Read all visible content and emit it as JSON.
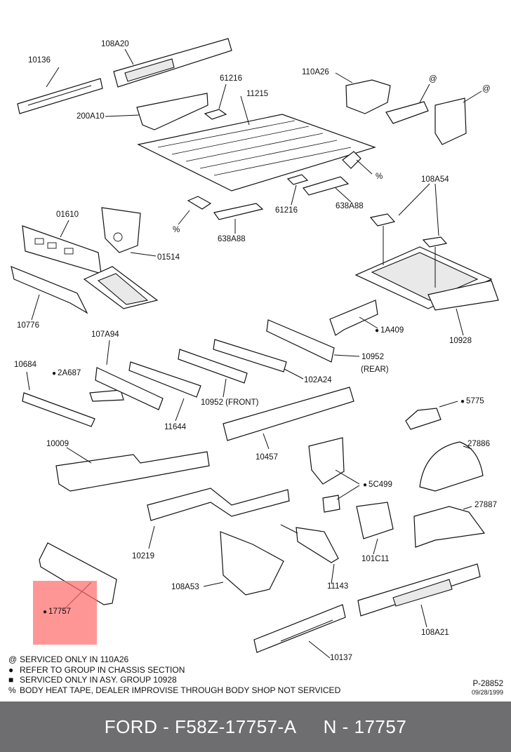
{
  "labels": {
    "p10136": "10136",
    "p108A20": "108A20",
    "p61216a": "61216",
    "p11215": "11215",
    "p110A26": "110A26",
    "p200A10": "200A10",
    "at1": "@",
    "at2": "@",
    "pct1": "%",
    "pct2": "%",
    "p108A54": "108A54",
    "p01610": "01610",
    "p01514": "01514",
    "p61216b": "61216",
    "p638A88a": "638A88",
    "p638A88b": "638A88",
    "p10776": "10776",
    "p10928": "10928",
    "p1A409": "1A409",
    "p107A94": "107A94",
    "p10684": "10684",
    "p2A687": "2A687",
    "p10952rear": "10952",
    "rear": "(REAR)",
    "p102A24": "102A24",
    "p10952front": "10952 (FRONT)",
    "p11644": "11644",
    "p5775": "5775",
    "p10009": "10009",
    "p10457": "10457",
    "p27886": "27886",
    "p5C499": "5C499",
    "p27887": "27887",
    "p10219": "10219",
    "p101C11": "101C11",
    "p108A53": "108A53",
    "p11143": "11143",
    "p17757": "17757",
    "p108A21": "108A21",
    "p10137": "10137"
  },
  "legend": [
    {
      "symbol": "@",
      "text": "SERVICED ONLY IN 110A26"
    },
    {
      "symbol": "●",
      "text": "REFER TO GROUP IN CHASSIS SECTION"
    },
    {
      "symbol": "■",
      "text": "SERVICED ONLY IN ASY.  GROUP 10928"
    },
    {
      "symbol": "%",
      "text": "BODY HEAT TAPE, DEALER  IMPROVISE THROUGH BODY SHOP  NOT SERVICED"
    }
  ],
  "ref_number": "P-28852",
  "ref_date": "09/28/1999",
  "footer": {
    "part_number": "FORD - F58Z-17757-A",
    "ref": "N - 17757"
  },
  "colors": {
    "footer_bg": "#6e6e70",
    "highlight": "#ff6e6e"
  }
}
